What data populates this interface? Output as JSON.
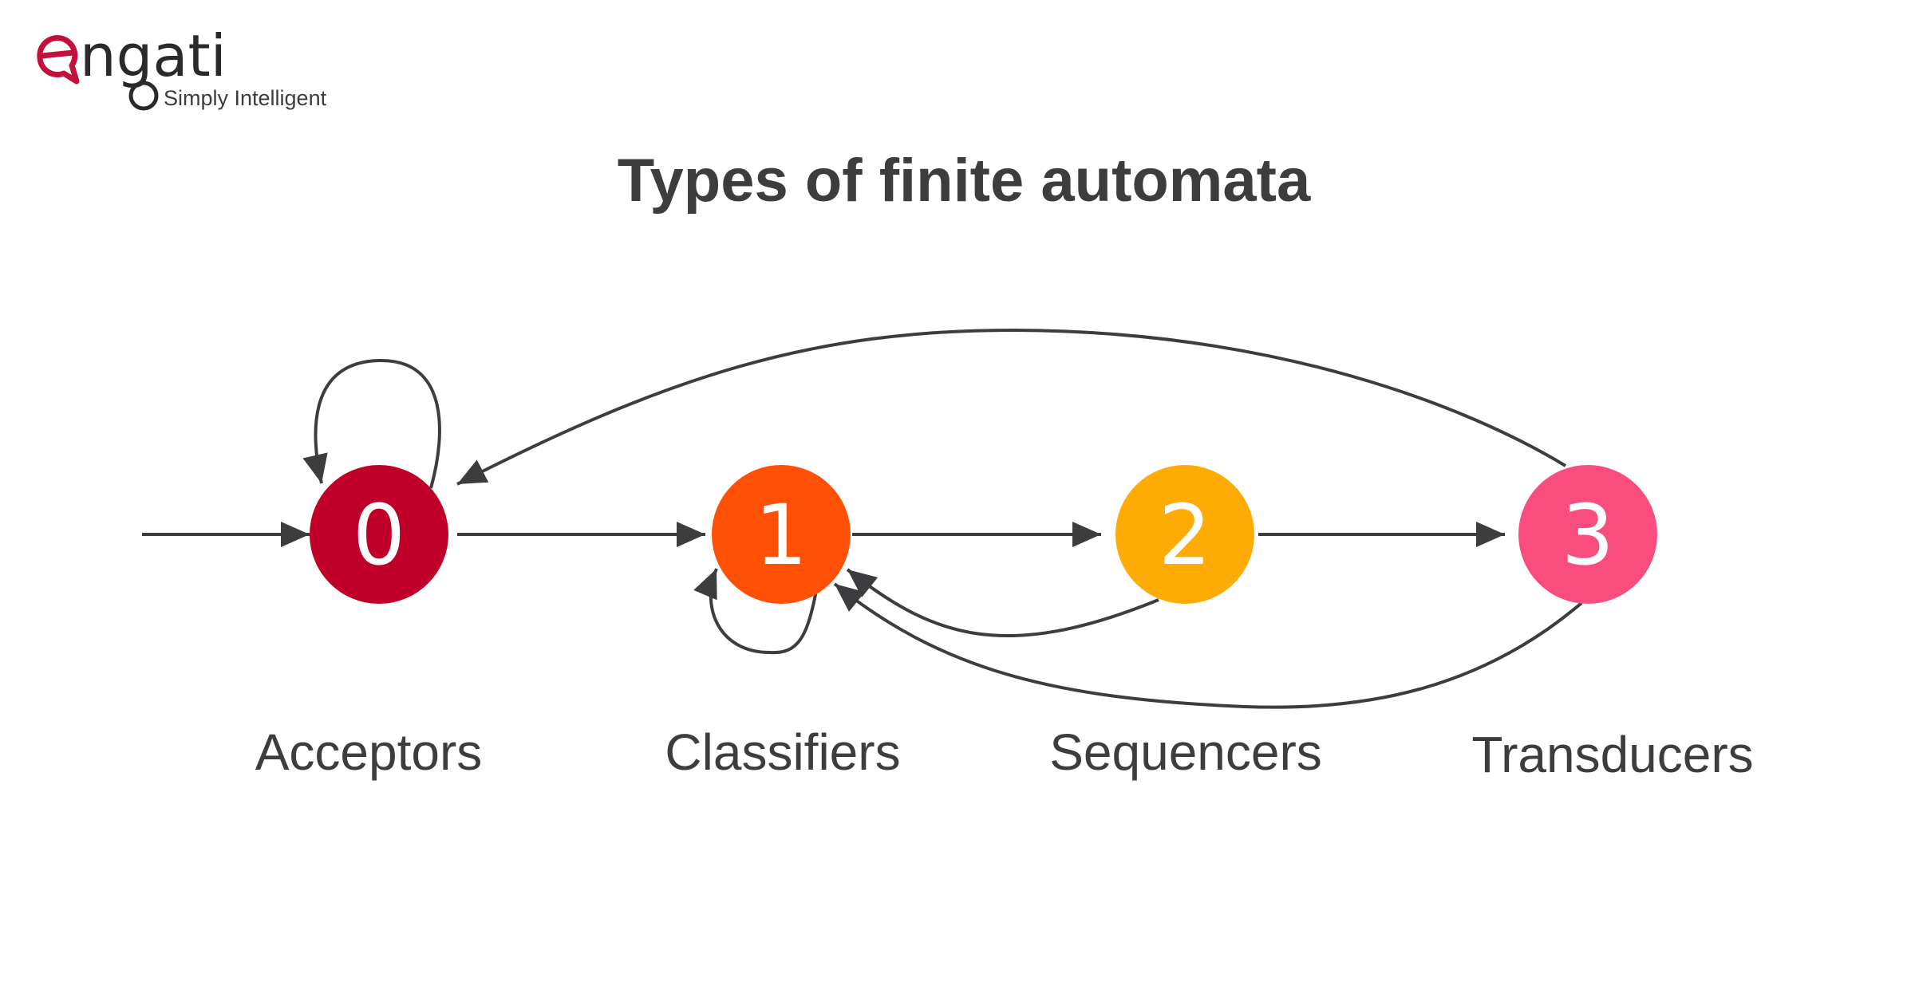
{
  "logo": {
    "word": "ngati",
    "tagline": "Simply Intelligent",
    "accent_color": "#c2103a"
  },
  "title": "Types of finite automata",
  "states": [
    {
      "number": "0",
      "label": "Acceptors",
      "color": "#c00029"
    },
    {
      "number": "1",
      "label": "Classifiers",
      "color": "#ff5005"
    },
    {
      "number": "2",
      "label": "Sequencers",
      "color": "#ffab05"
    },
    {
      "number": "3",
      "label": "Transducers",
      "color": "#f94d7e"
    }
  ],
  "transitions": [
    {
      "from": "start",
      "to": "0"
    },
    {
      "from": "0",
      "to": "0"
    },
    {
      "from": "0",
      "to": "1"
    },
    {
      "from": "1",
      "to": "1"
    },
    {
      "from": "1",
      "to": "2"
    },
    {
      "from": "2",
      "to": "3"
    },
    {
      "from": "2",
      "to": "1"
    },
    {
      "from": "3",
      "to": "1"
    },
    {
      "from": "3",
      "to": "0"
    }
  ],
  "text_color": "#3d3d3f"
}
